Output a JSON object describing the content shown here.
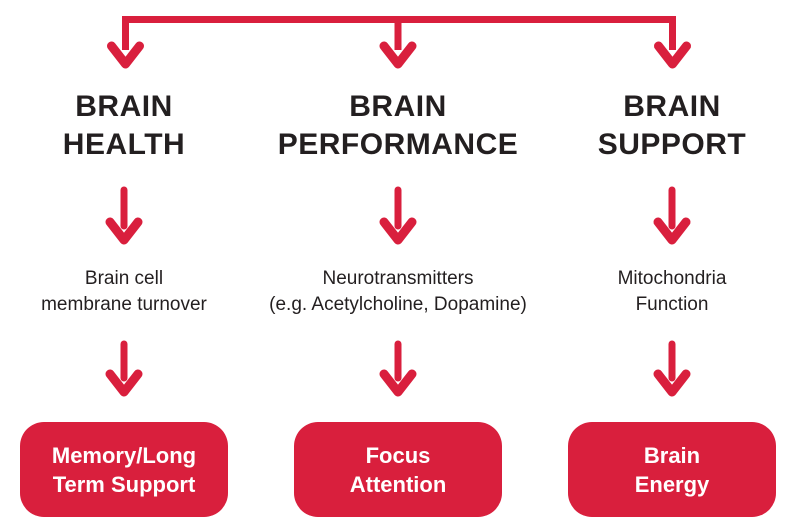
{
  "colors": {
    "accent_red": "#D91F3D",
    "text_dark": "#231F20",
    "pill_text_white": "#FFFFFF",
    "background": "#FFFFFF"
  },
  "diagram": {
    "columns": [
      {
        "id": "brain-health",
        "title_line1": "BRAIN",
        "title_line2": "HEALTH",
        "mechanism_line1": "Brain cell",
        "mechanism_line2": "membrane turnover",
        "benefit_line1": "Memory/Long",
        "benefit_line2": "Term Support"
      },
      {
        "id": "brain-performance",
        "title_line1": "BRAIN",
        "title_line2": "PERFORMANCE",
        "mechanism_line1": "Neurotransmitters",
        "mechanism_line2": "(e.g. Acetylcholine, Dopamine)",
        "benefit_line1": "Focus",
        "benefit_line2": "Attention"
      },
      {
        "id": "brain-support",
        "title_line1": "BRAIN",
        "title_line2": "SUPPORT",
        "mechanism_line1": "Mitochondria",
        "mechanism_line2": "Function",
        "benefit_line1": "Brain",
        "benefit_line2": "Energy"
      }
    ]
  }
}
